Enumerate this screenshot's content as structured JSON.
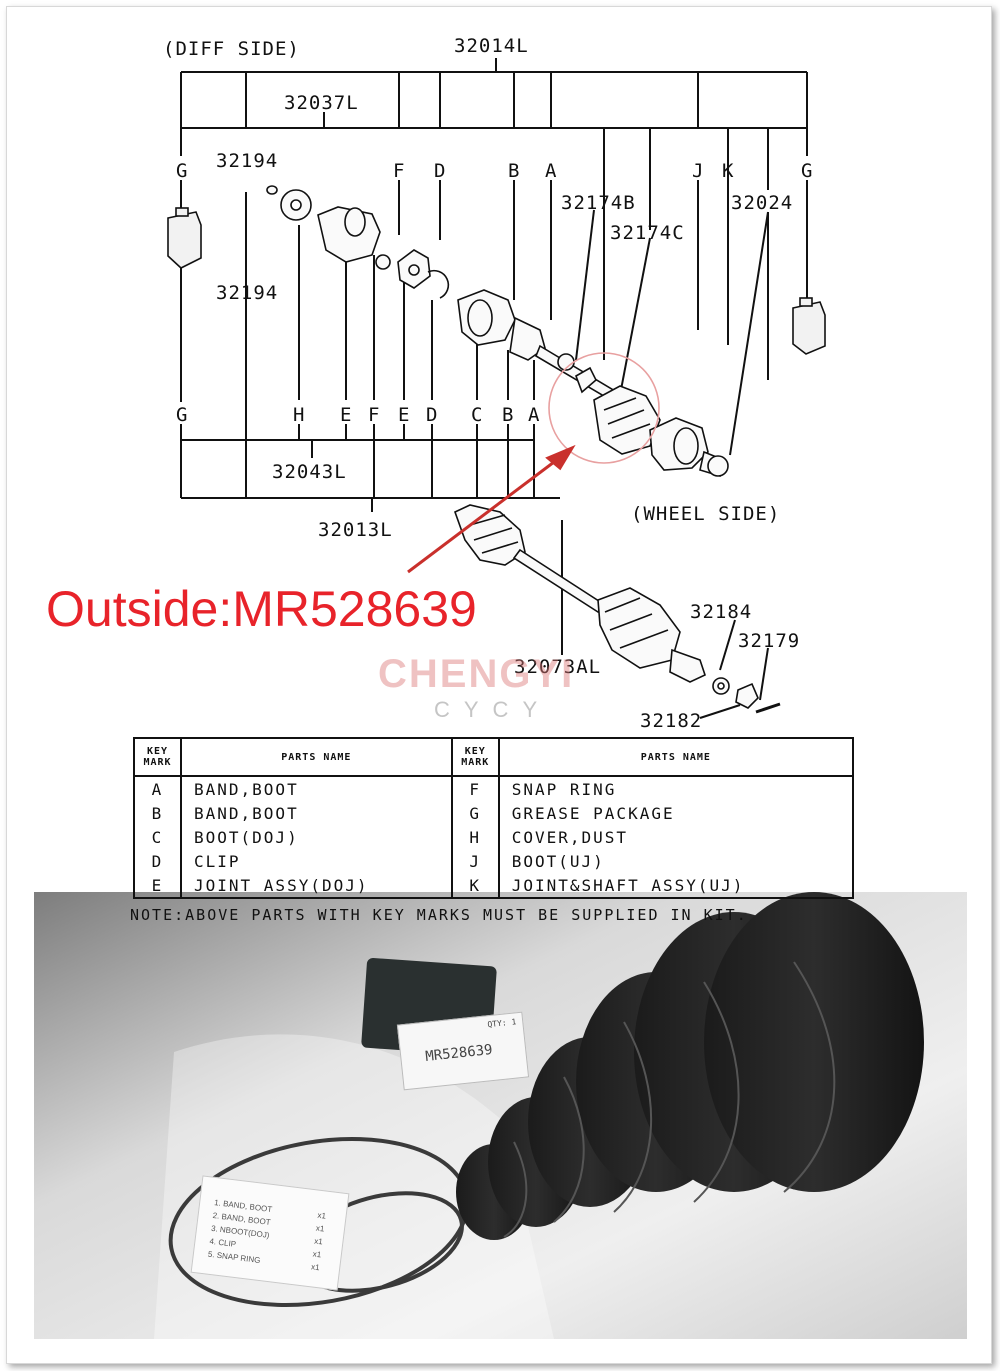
{
  "diagram": {
    "diff_side": "(DIFF SIDE)",
    "wheel_side": "(WHEEL SIDE)",
    "part_numbers": {
      "p32014L": "32014L",
      "p32037L": "32037L",
      "p32194a": "32194",
      "p32194b": "32194",
      "p32174B": "32174B",
      "p32174C": "32174C",
      "p32024": "32024",
      "p32043L": "32043L",
      "p32013L": "32013L",
      "p32073AL": "32073AL",
      "p32184": "32184",
      "p32179": "32179",
      "p32182": "32182"
    },
    "top_letters": [
      "G",
      "F",
      "D",
      "B",
      "A",
      "J",
      "K",
      "G"
    ],
    "bottom_letters": [
      "G",
      "H",
      "E",
      "F",
      "E",
      "D",
      "C",
      "B",
      "A"
    ]
  },
  "callout": {
    "text": "Outside:MR528639",
    "color": "#e8232a"
  },
  "watermark": {
    "brand": "CHENGYI",
    "sub": "CYCY"
  },
  "parts_table": {
    "header_key": "KEY MARK",
    "header_name": "PARTS NAME",
    "rows": [
      {
        "k1": "A",
        "n1": "BAND,BOOT",
        "k2": "F",
        "n2": "SNAP RING"
      },
      {
        "k1": "B",
        "n1": "BAND,BOOT",
        "k2": "G",
        "n2": "GREASE PACKAGE"
      },
      {
        "k1": "C",
        "n1": "BOOT(DOJ)",
        "k2": "H",
        "n2": "COVER,DUST"
      },
      {
        "k1": "D",
        "n1": "CLIP",
        "k2": "J",
        "n2": "BOOT(UJ)"
      },
      {
        "k1": "E",
        "n1": "JOINT ASSY(DOJ)",
        "k2": "K",
        "n2": "JOINT&SHAFT ASSY(UJ)"
      }
    ],
    "note": "NOTE:ABOVE PARTS WITH KEY MARKS MUST BE SUPPLIED IN KIT."
  },
  "photo": {
    "sticker_part_number": "MR528639",
    "sticker_qty": "QTY: 1",
    "card_lines": [
      "1. BAND, BOOT",
      "2. BAND, BOOT",
      "3. NBOOT(DOJ)",
      "4. CLIP",
      "5. SNAP RING"
    ],
    "card_qty": [
      "x1",
      "x1",
      "x1",
      "x1",
      "x1"
    ]
  }
}
